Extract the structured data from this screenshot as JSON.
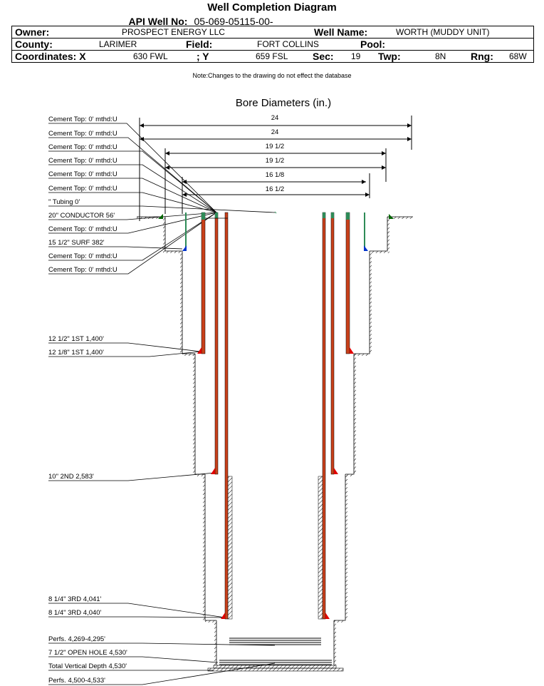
{
  "header": {
    "title": "Well Completion Diagram",
    "api_label": "API Well No:",
    "api_value": "05-069-05115-00-",
    "owner_label": "Owner:",
    "owner_value": "PROSPECT ENERGY LLC",
    "wellname_label": "Well Name:",
    "wellname_value": "WORTH (MUDDY UNIT)",
    "county_label": "County:",
    "county_value": "LARIMER",
    "field_label": "Field:",
    "field_value": "FORT COLLINS",
    "pool_label": "Pool:",
    "pool_value": "",
    "coord_label": "Coordinates: X",
    "x_value": "630 FWL",
    "y_label": "; Y",
    "y_value": "659 FSL",
    "sec_label": "Sec:",
    "sec_value": "19",
    "twp_label": "Twp:",
    "twp_value": "8N",
    "rng_label": "Rng:",
    "rng_value": "68W",
    "note": "Note:Changes to the drawing do not effect the database"
  },
  "diagram": {
    "bore_title": "Bore Diameters (in.)",
    "bore_dims": [
      "24",
      "24",
      "19 1/2",
      "19 1/2",
      "16 1/8",
      "16 1/2"
    ],
    "labels_top": [
      "Cement Top: 0' mthd:U",
      "Cement Top: 0' mthd:U",
      "Cement Top: 0' mthd:U",
      "Cement Top: 0' mthd:U",
      "Cement Top: 0' mthd:U",
      "Cement Top: 0' mthd:U",
      "\" Tubing 0'",
      "20\" CONDUCTOR  56'",
      "Cement Top: 0' mthd:U",
      "15 1/2\" SURF      382'",
      "Cement Top: 0' mthd:U",
      "Cement Top: 0' mthd:U"
    ],
    "label_1st_a": "12 1/2\" 1ST       1,400'",
    "label_1st_b": "12 1/8\" 1ST       1,400'",
    "label_2nd": "10\" 2ND       2,583'",
    "label_3rd_a": "8 1/4\" 3RD       4,041'",
    "label_3rd_b": "8 1/4\" 3RD       4,040'",
    "label_perfs1": "Perfs. 4,269-4,295'",
    "label_openhole": "7 1/2\" OPEN HOLE  4,530'",
    "label_tvd": "Total Vertical Depth 4,530'",
    "label_perfs2": "Perfs. 4,500-4,533'",
    "colors": {
      "casing": "#c8401a",
      "cement": "#2e8b57",
      "shoe_red": "#e00000",
      "shoe_blue": "#0033cc",
      "shoe_green": "#006400"
    }
  }
}
